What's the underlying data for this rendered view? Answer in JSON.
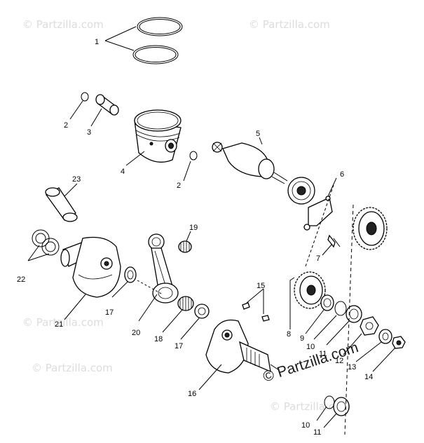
{
  "watermarks": [
    "© Partzilla.com",
    "© Partzilla.com",
    "© Partzilla.com",
    "© Partzilla.com",
    "© Partzilla.com"
  ],
  "brand": "© Partzilla.com",
  "callouts": {
    "c1": "1",
    "c2a": "2",
    "c3": "3",
    "c4": "4",
    "c2b": "2",
    "c5": "5",
    "c6": "6",
    "c7": "7",
    "c23": "23",
    "c22": "22",
    "c19": "19",
    "c21": "21",
    "c17a": "17",
    "c20": "20",
    "c18": "18",
    "c17b": "17",
    "c15": "15",
    "c16": "16",
    "c8": "8",
    "c9": "9",
    "c10a": "10",
    "c11a": "11",
    "c12": "12",
    "c13": "13",
    "c14": "14",
    "c10b": "10",
    "c11b": "11"
  }
}
